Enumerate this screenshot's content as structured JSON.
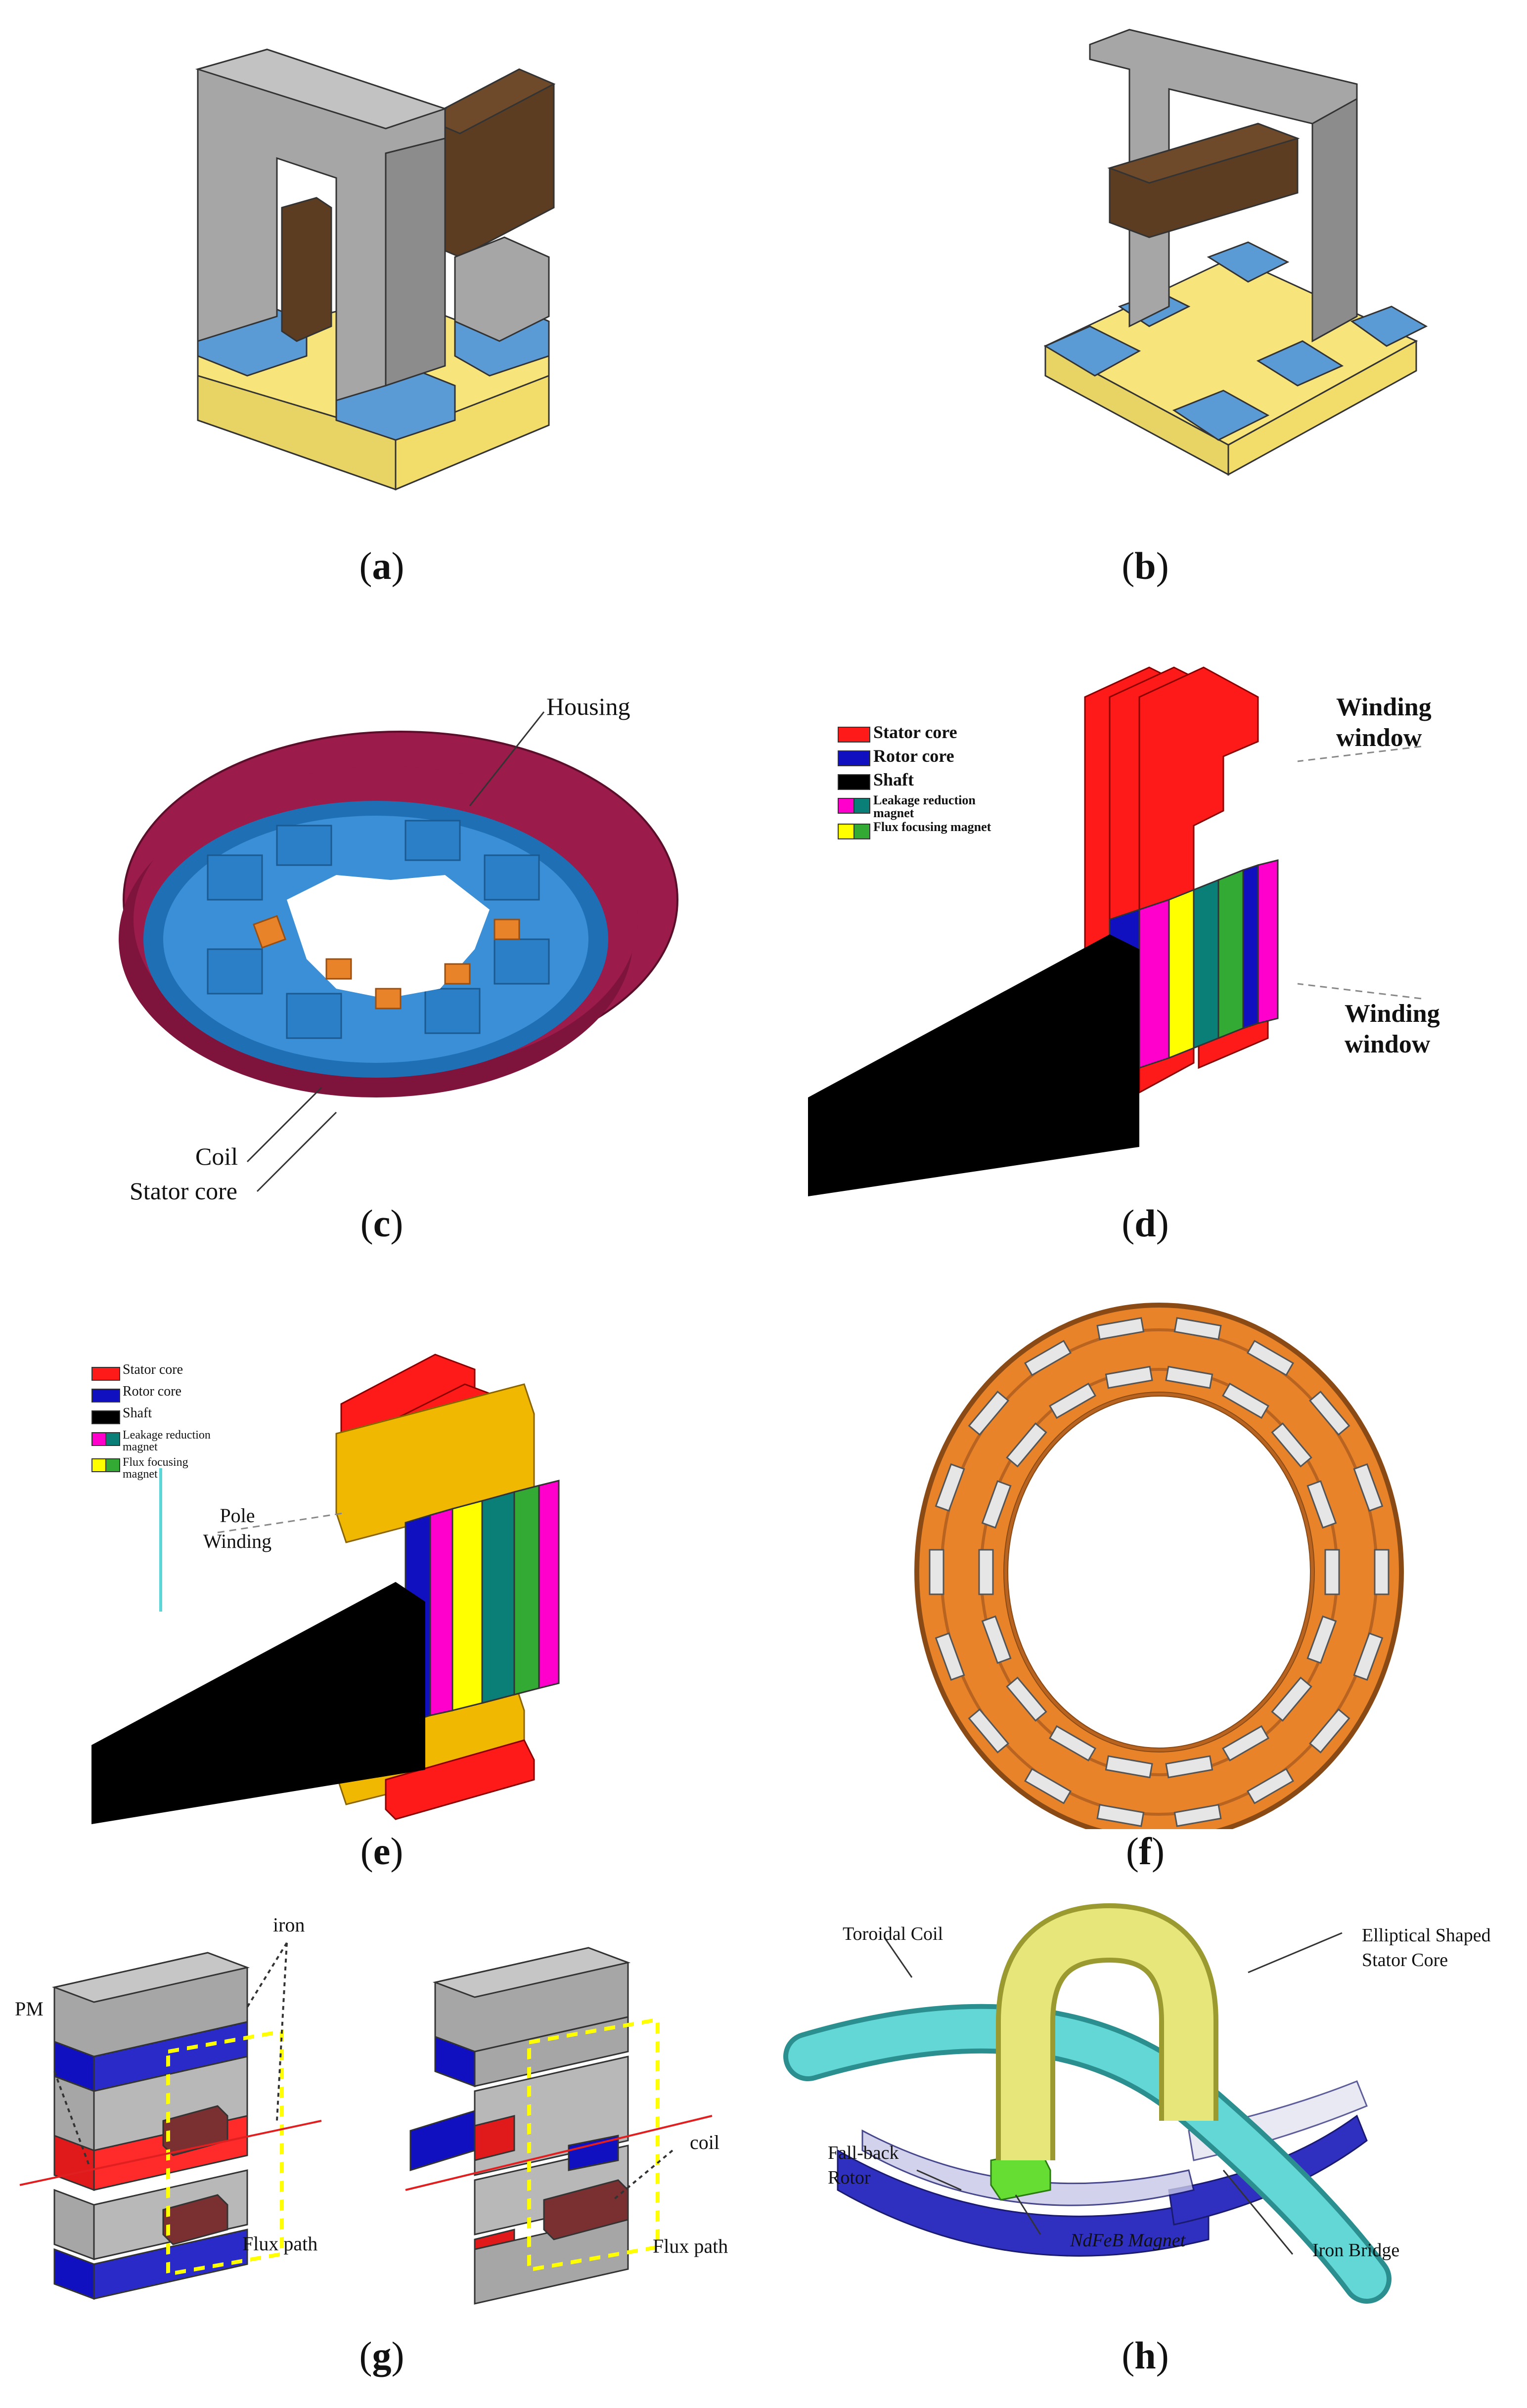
{
  "captions": [
    "a",
    "b",
    "c",
    "d",
    "e",
    "f",
    "g",
    "h"
  ],
  "panel_c": {
    "housing": "Housing",
    "coil": "Coil",
    "stator_core": "Stator core"
  },
  "panel_d": {
    "legend": [
      "Stator core",
      "Rotor core",
      "Shaft",
      "Leakage reduction magnet",
      "Flux focusing magnet"
    ],
    "winding_top": "Winding window",
    "winding_bottom": "Winding window"
  },
  "panel_e": {
    "legend": [
      "Stator core",
      "Rotor core",
      "Shaft",
      "Leakage reduction magnet",
      "Flux focusing magnet"
    ],
    "pole_winding": "Pole Winding"
  },
  "panel_g": {
    "iron": "iron",
    "pm": "PM",
    "flux_path_left": "Flux path",
    "coil": "coil",
    "flux_path_right": "Flux path"
  },
  "panel_h": {
    "toroidal_coil": "Toroidal Coil",
    "stator_core": "Elliptical Shaped Stator Core",
    "rotor": "Fall-back Rotor",
    "magnet": "NdFeB Magnet",
    "iron_bridge": "Iron Bridge"
  },
  "colors": {
    "iron_gray": "#a6a6a6",
    "coil_brown": "#5c3d22",
    "magnet_blue": "#5b9bd5",
    "base_yellow": "#f7e47a",
    "housing": "#9b1b4b",
    "stator_red": "#ff1a1a",
    "rotor_blue": "#1010c0",
    "magenta": "#ff00cc",
    "teal": "#0a7f78",
    "green": "#33aa33",
    "yellow": "#ffff00",
    "orange": "#e8832a",
    "cyan": "#5cd6d6"
  }
}
